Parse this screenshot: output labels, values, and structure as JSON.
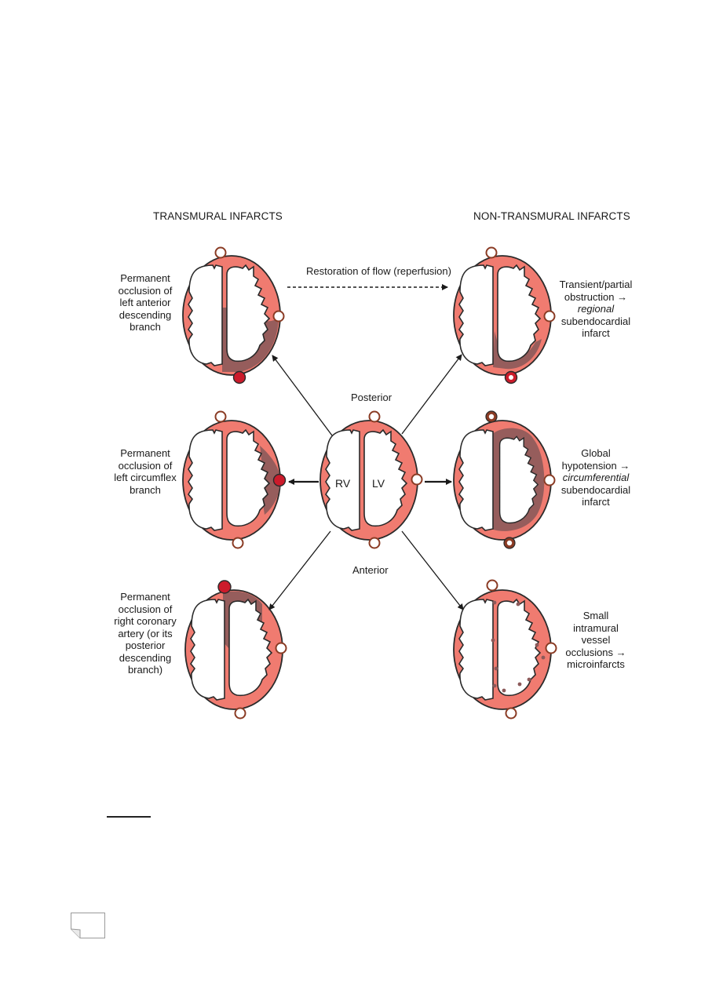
{
  "headers": {
    "transmural": "TRANSMURAL INFARCTS",
    "non_transmural": "NON-TRANSMURAL INFARCTS"
  },
  "reperfusion_label": "Restoration of flow (reperfusion)",
  "center": {
    "posterior": "Posterior",
    "anterior": "Anterior",
    "rv": "RV",
    "lv": "LV"
  },
  "left_labels": {
    "lad": [
      "Permanent",
      "occlusion of",
      "left anterior",
      "descending",
      "branch"
    ],
    "lcx": [
      "Permanent",
      "occlusion of",
      "left circumflex",
      "branch"
    ],
    "rca": [
      "Permanent",
      "occlusion of",
      "right coronary",
      "artery (or its",
      "posterior",
      "descending",
      "branch)"
    ]
  },
  "right_labels": {
    "regional": {
      "l1": "Transient/partial",
      "l2": "obstruction →",
      "l3": "regional",
      "l4": "subendocardial",
      "l5": "infarct"
    },
    "circumferential": {
      "l1": "Global",
      "l2": "hypotension →",
      "l3": "circumferential",
      "l4": "subendocardial",
      "l5": "infarct"
    },
    "micro": {
      "l1": "Small",
      "l2": "intramural",
      "l3": "vessel",
      "l4": "occlusions →",
      "l5": "microinfarcts"
    }
  },
  "colors": {
    "myocardium": "#f07b70",
    "infarct": "#8c5a5a",
    "occluded_vessel": "#cc1b2b",
    "patent_vessel_ring": "#8a3b24",
    "outline": "#2a2a2a"
  }
}
